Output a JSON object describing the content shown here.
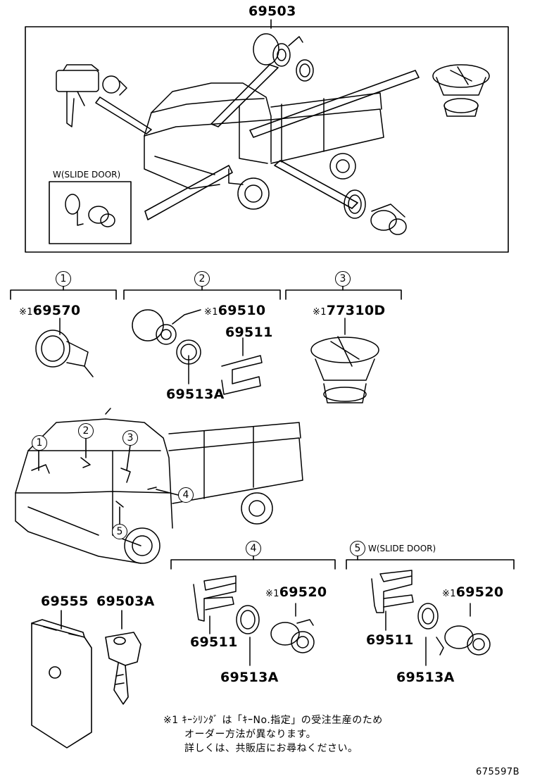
{
  "top_assembly": {
    "part_number": "69503",
    "slide_door_label": "W(SLIDE DOOR)"
  },
  "groups": [
    {
      "number": "1",
      "parts": [
        {
          "mark": "※1",
          "number": "69570"
        }
      ]
    },
    {
      "number": "2",
      "parts": [
        {
          "mark": "※1",
          "number": "69510"
        },
        {
          "mark": "",
          "number": "69511"
        },
        {
          "mark": "",
          "number": "69513A"
        }
      ]
    },
    {
      "number": "3",
      "parts": [
        {
          "mark": "※1",
          "number": "77310D"
        }
      ]
    },
    {
      "number": "4",
      "parts": [
        {
          "mark": "※1",
          "number": "69520"
        },
        {
          "mark": "",
          "number": "69511"
        },
        {
          "mark": "",
          "number": "69513A"
        }
      ]
    },
    {
      "number": "5",
      "label": "W(SLIDE DOOR)",
      "parts": [
        {
          "mark": "※1",
          "number": "69520"
        },
        {
          "mark": "",
          "number": "69511"
        },
        {
          "mark": "",
          "number": "69513A"
        }
      ]
    }
  ],
  "truck_callouts": [
    "1",
    "2",
    "3",
    "4",
    "5"
  ],
  "loose_parts": [
    {
      "number": "69555",
      "icon": "key-case-icon"
    },
    {
      "number": "69503A",
      "icon": "key-icon"
    }
  ],
  "footnote": {
    "line1": "※1 ｷｰｼﾘﾝﾀﾞ は「ｷｰNo.指定」の受注生産のため",
    "line2": "オーダー方法が異なります。",
    "line3": "詳しくは、共販店にお尋ねください。"
  },
  "diagram_code": "675597B"
}
